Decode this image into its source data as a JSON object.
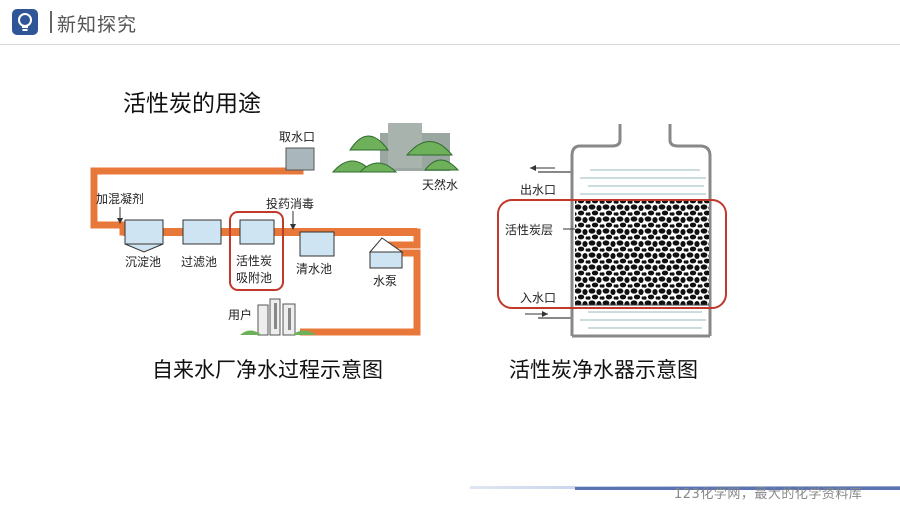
{
  "header": {
    "title": "新知探究",
    "icon": "lightbulb-icon",
    "accent": "#2f5597"
  },
  "section_title": "活性炭的用途",
  "left_diagram": {
    "caption": "自来水厂净水过程示意图",
    "labels": {
      "intake": "取水口",
      "natural_water": "天然水",
      "coagulant": "加混凝剂",
      "sedimentation": "沉淀池",
      "filter": "过滤池",
      "carbon_1": "活性炭",
      "carbon_2": "吸附池",
      "disinfect": "投药消毒",
      "clear_water": "清水池",
      "pump": "水泵",
      "user": "用户"
    },
    "pipe_color": "#e8773a",
    "highlight_color": "#c0392b"
  },
  "right_diagram": {
    "caption": "活性炭净水器示意图",
    "labels": {
      "outlet": "出水口",
      "carbon_layer": "活性炭层",
      "inlet": "入水口"
    },
    "highlight_color": "#c0392b"
  },
  "footer": {
    "text": "123化学网，最大的化学资料库"
  }
}
